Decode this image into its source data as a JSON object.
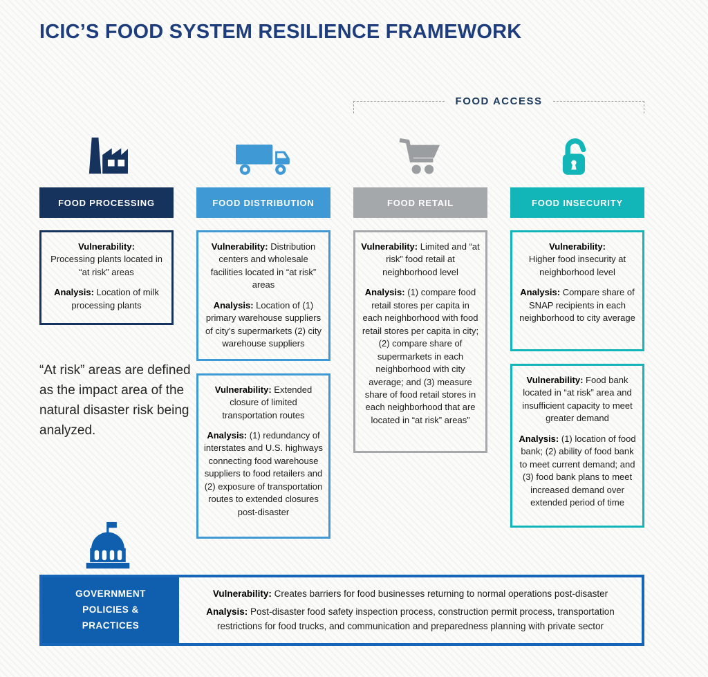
{
  "header": {
    "title": "ICIC’S FOOD SYSTEM RESILIENCE FRAMEWORK",
    "food_access_label": "FOOD ACCESS"
  },
  "colors": {
    "title": "#1e3d7c",
    "navy": "#16335e",
    "blue": "#3f99d5",
    "gray": "#a5a8ab",
    "teal": "#12b5b8",
    "royal": "#0f5fae",
    "line": "#9b9b9b"
  },
  "columns": [
    {
      "label": "FOOD PROCESSING",
      "icon": "factory-icon",
      "boxes": [
        {
          "vulnerability_label": "Vulnerability:",
          "vulnerability": "Processing plants located in “at risk” areas",
          "analysis_label": "Analysis:",
          "analysis": "Location of milk processing plants"
        }
      ]
    },
    {
      "label": "FOOD DISTRIBUTION",
      "icon": "truck-icon",
      "boxes": [
        {
          "vulnerability_label": "Vulnerability:",
          "vulnerability": "Distribution centers and wholesale facilities located in “at risk” areas",
          "analysis_label": "Analysis:",
          "analysis": "Location of (1) primary warehouse suppliers of city’s supermarkets (2) city warehouse suppliers"
        },
        {
          "vulnerability_label": "Vulnerability:",
          "vulnerability": "Extended closure of limited transportation routes",
          "analysis_label": "Analysis:",
          "analysis": "(1) redundancy of interstates and U.S. highways connecting food warehouse suppliers to food retailers and (2) exposure of transportation routes to extended closures post-disaster"
        }
      ]
    },
    {
      "label": "FOOD RETAIL",
      "icon": "shopping-cart-icon",
      "boxes": [
        {
          "vulnerability_label": "Vulnerability:",
          "vulnerability": "Limited and “at risk” food retail at neighborhood level",
          "analysis_label": "Analysis:",
          "analysis": "(1) compare food retail stores per capita in each neighborhood with food retail stores per capita in city; (2) compare share of supermarkets in each neighborhood with city average; and (3) measure share of food retail stores in each neighborhood that are located in “at risk” areas”"
        }
      ]
    },
    {
      "label": "FOOD INSECURITY",
      "icon": "open-padlock-icon",
      "boxes": [
        {
          "vulnerability_label": "Vulnerability:",
          "vulnerability": "Higher food insecurity at neighborhood level",
          "analysis_label": "Analysis:",
          "analysis": "Compare share of SNAP recipients in each neighborhood to city average"
        },
        {
          "vulnerability_label": "Vulnerability:",
          "vulnerability": "Food bank located in “at risk” area and insufficient capacity to meet greater demand",
          "analysis_label": "Analysis:",
          "analysis": "(1) location of food bank; (2) ability of food bank to meet current demand; and (3) food bank plans to meet increased demand over extended period of time"
        }
      ]
    }
  ],
  "note": "“At risk” areas are defined as the impact area of the natural disaster risk being analyzed.",
  "government": {
    "icon": "capitol-icon",
    "label": "GOVERNMENT POLICIES & PRACTICES",
    "vulnerability_label": "Vulnerability:",
    "vulnerability": "Creates barriers for food businesses returning to normal operations post-disaster",
    "analysis_label": "Analysis:",
    "analysis": "Post-disaster food safety inspection process, construction permit process, transportation restrictions for food trucks, and communication and preparedness planning with private sector"
  }
}
